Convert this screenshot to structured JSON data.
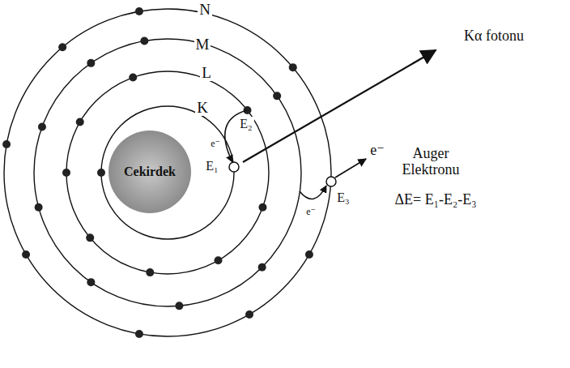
{
  "diagram": {
    "nodes": [
      {
        "text": [
          "Cekirdek"
        ]
      }
    ],
    "labels": [
      "N",
      "M",
      "L",
      "K",
      "E₂",
      "E₁",
      "e⁻",
      "e⁻",
      "E₃",
      "Kα fotonu",
      "e⁻",
      "Auger Elektronu",
      "ΔE= E₁-E₂-E₃"
    ]
  }
}
